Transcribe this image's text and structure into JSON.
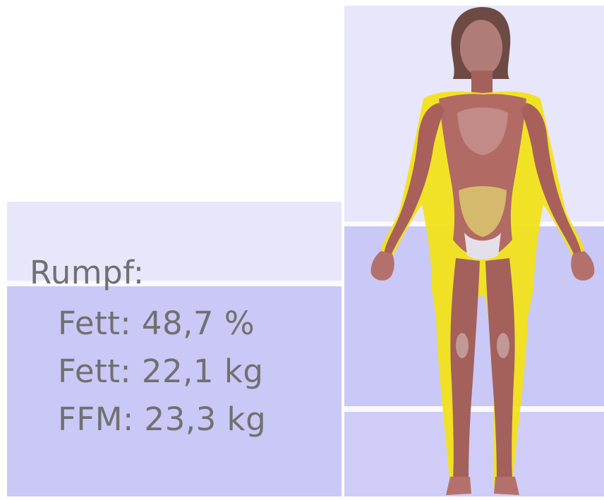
{
  "rumpf": {
    "heading": "Rumpf:",
    "fett_percent": "Fett: 48,7 %",
    "fett_kg": "Fett: 22,1 kg",
    "ffm_kg": "FFM: 23,3 kg"
  },
  "colors": {
    "panel_light": "#e8e6fb",
    "panel_dark": "#c9c8f6",
    "text": "#707070",
    "fat_highlight": "#f2e21a",
    "skin": "#a8625c"
  },
  "figure": {
    "icon": "human-body-fat-distribution-icon"
  }
}
